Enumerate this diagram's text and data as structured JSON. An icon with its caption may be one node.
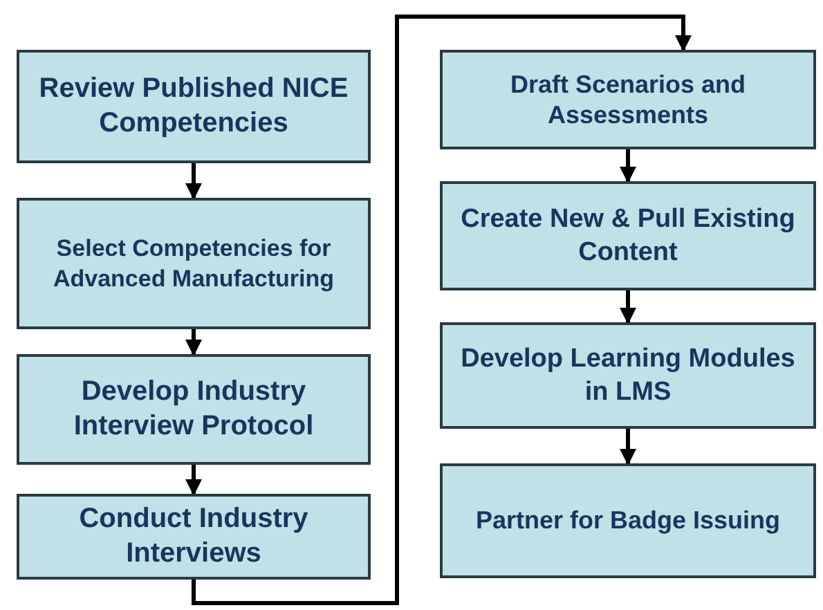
{
  "diagram": {
    "nodes": [
      {
        "text": [
          "Review Published NICE Competencies"
        ]
      },
      {
        "text": [
          "Select Competencies for Advanced Manufacturing"
        ]
      },
      {
        "text": [
          "Develop Industry Interview Protocol"
        ]
      },
      {
        "text": [
          "Conduct Industry Interviews"
        ]
      },
      {
        "text": [
          "Draft Scenarios and Assessments"
        ]
      },
      {
        "text": [
          "Create New & Pull Existing Content"
        ]
      },
      {
        "text": [
          "Develop Learning Modules in LMS"
        ]
      },
      {
        "text": [
          "Partner for Badge Issuing"
        ]
      }
    ],
    "edges": [
      {
        "from": 0,
        "to": 1,
        "arrow": "to"
      },
      {
        "from": 1,
        "to": 2,
        "arrow": "to"
      },
      {
        "from": 2,
        "to": 3,
        "arrow": "to"
      },
      {
        "from": 3,
        "to": 4,
        "arrow": "to"
      },
      {
        "from": 4,
        "to": 5,
        "arrow": "to"
      },
      {
        "from": 5,
        "to": 6,
        "arrow": "to"
      },
      {
        "from": 6,
        "to": 7,
        "arrow": "to"
      }
    ]
  }
}
